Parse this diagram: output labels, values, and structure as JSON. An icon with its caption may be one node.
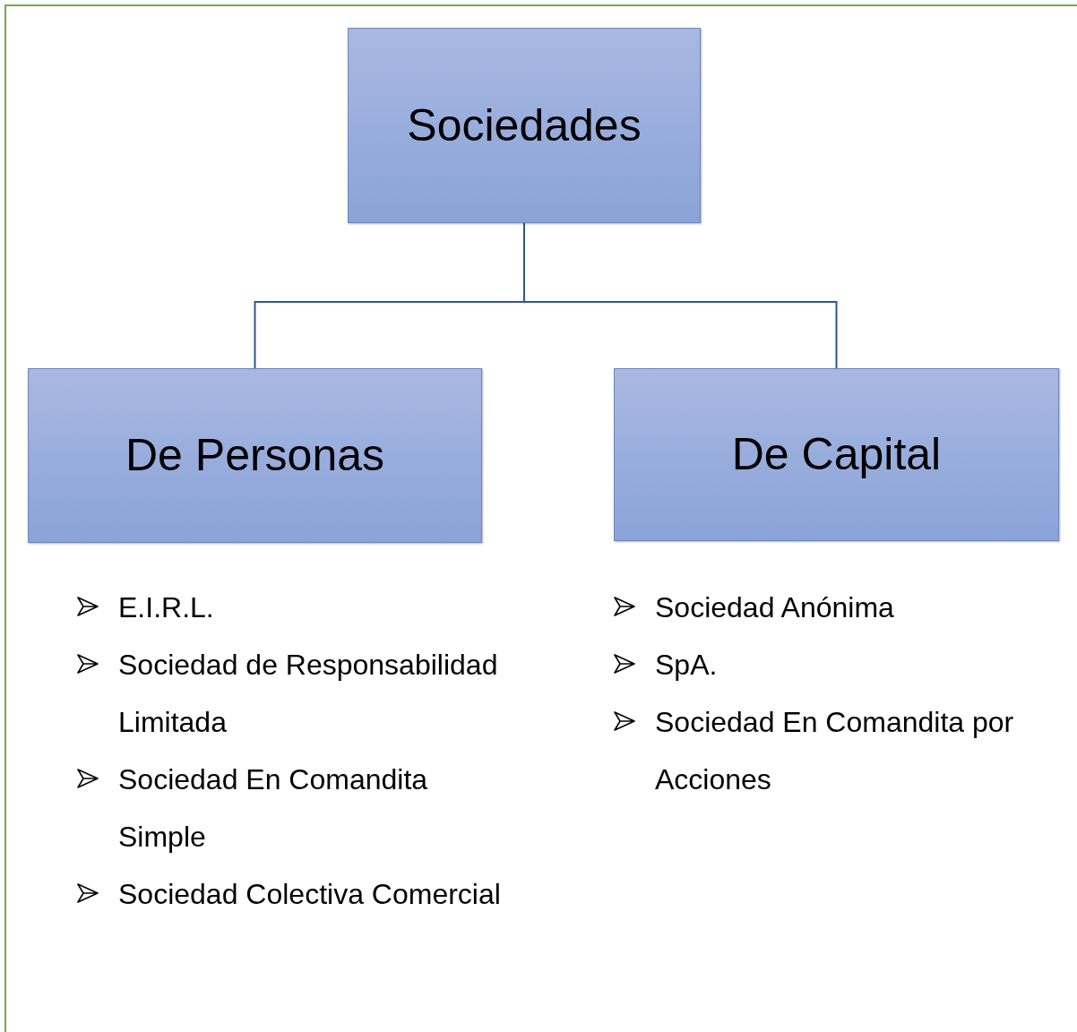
{
  "diagram": {
    "nodes": [
      {
        "text": [
          "Sociedades"
        ]
      },
      {
        "text": [
          "De Personas"
        ]
      },
      {
        "text": [
          "De Capital"
        ]
      }
    ],
    "edges": [
      {
        "from": 0,
        "to": 1,
        "arrow": "none"
      },
      {
        "from": 0,
        "to": 2,
        "arrow": "none"
      }
    ],
    "labels": [
      "E.I.R.L.",
      "Sociedad de Responsabilidad Limitada",
      "Sociedad En Comandita Simple",
      "Sociedad Colectiva Comercial",
      "Sociedad Anónima",
      "SpA.",
      "Sociedad En Comandita por Acciones"
    ]
  }
}
